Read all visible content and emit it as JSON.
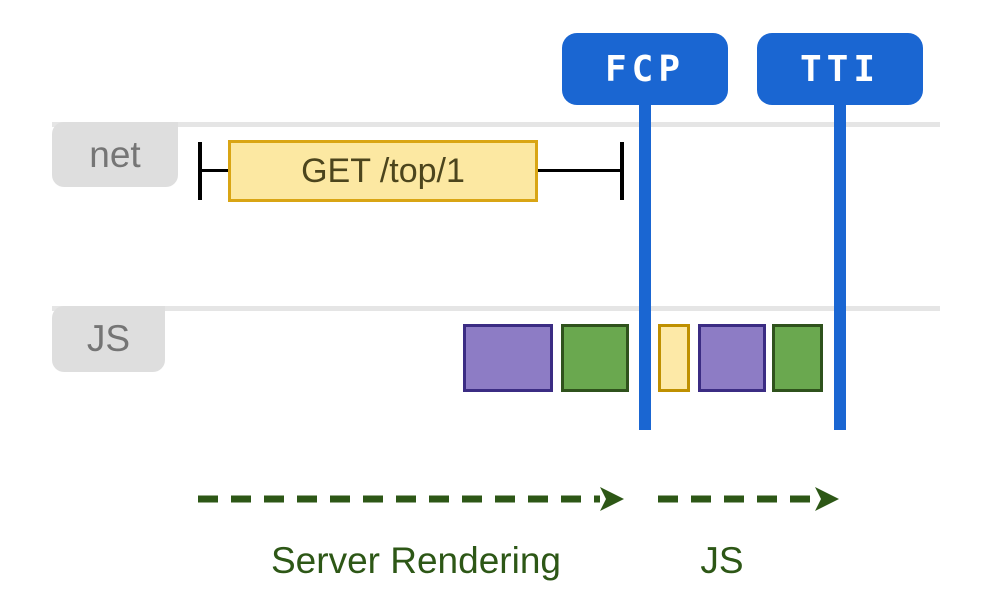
{
  "markers": {
    "fcp_label": "FCP",
    "tti_label": "TTI"
  },
  "lanes": {
    "net_label": "net",
    "js_label": "JS",
    "network_request_label": "GET /top/1",
    "js_tasks": [
      "purple",
      "green",
      "yellow",
      "purple",
      "green"
    ]
  },
  "phases": {
    "server_rendering_label": "Server Rendering",
    "js_label": "JS"
  },
  "colors": {
    "marker_blue": "#1a66d2",
    "lane_tab_gray": "#dedede",
    "lane_line_gray": "#e5e5e5",
    "request_fill": "#fce8a2",
    "request_border": "#d9a514",
    "task_purple_fill": "#8d7cc5",
    "task_purple_border": "#3b2c83",
    "task_green_fill": "#6aa84f",
    "task_green_border": "#2f521c",
    "task_yellow_fill": "#fde9a7",
    "task_yellow_border": "#bf9000",
    "arrow_green": "#2d5716"
  }
}
